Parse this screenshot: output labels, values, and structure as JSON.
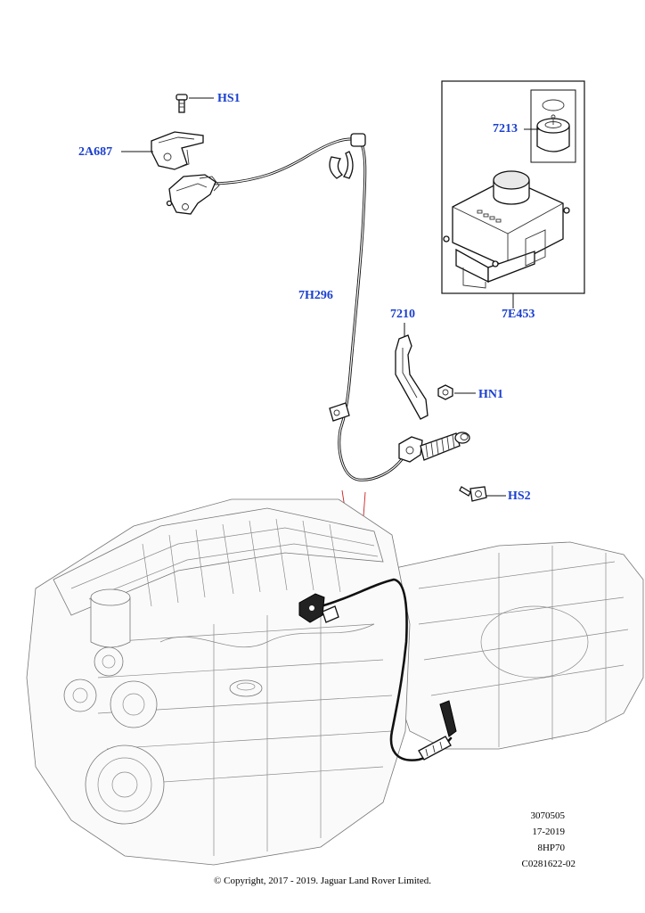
{
  "callouts": {
    "hs1": "HS1",
    "2a687": "2A687",
    "7213": "7213",
    "7h296": "7H296",
    "7210": "7210",
    "7e453": "7E453",
    "hn1": "HN1",
    "hs2": "HS2"
  },
  "reference": {
    "line1": "3070505",
    "line2": "17-2019",
    "line3": "8HP70",
    "line4": "C0281622-02"
  },
  "copyright": "© Copyright, 2017 - 2019. Jaguar Land Rover Limited.",
  "colors": {
    "callout": "#1a3fcf",
    "guide": "#cc2222"
  }
}
